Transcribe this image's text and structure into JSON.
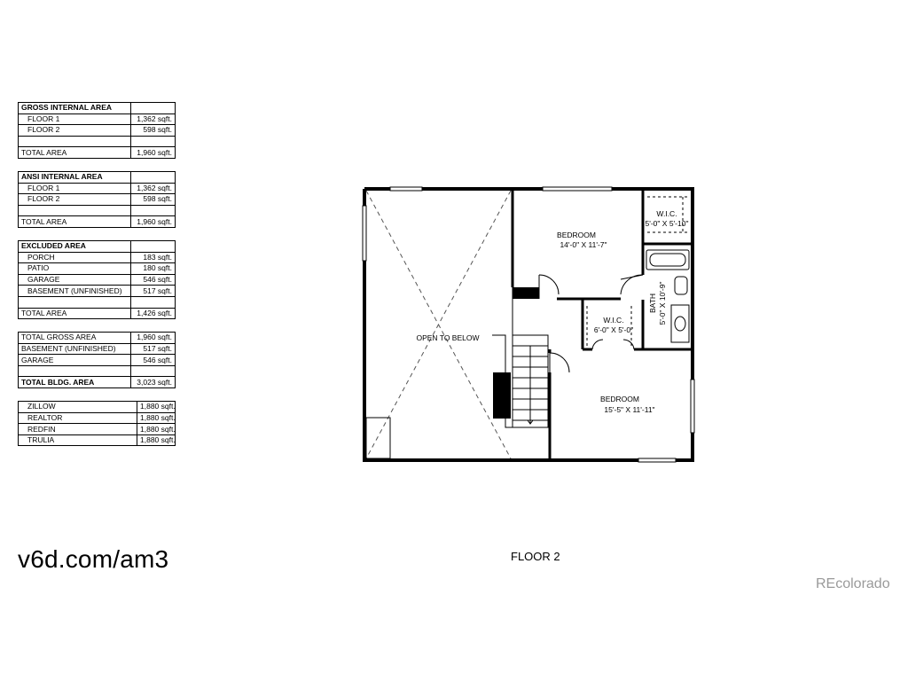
{
  "area_tables": [
    {
      "rows": [
        {
          "label": "GROSS INTERNAL AREA",
          "value": "",
          "bold": true,
          "indent": false
        },
        {
          "label": "FLOOR 1",
          "value": "1,362 sqft.",
          "bold": false,
          "indent": true
        },
        {
          "label": "FLOOR 2",
          "value": "598 sqft.",
          "bold": false,
          "indent": true
        },
        {
          "label": "",
          "value": "",
          "bold": false,
          "indent": false
        },
        {
          "label": "TOTAL AREA",
          "value": "1,960 sqft.",
          "bold": false,
          "indent": false
        }
      ]
    },
    {
      "rows": [
        {
          "label": "ANSI INTERNAL AREA",
          "value": "",
          "bold": true,
          "indent": false
        },
        {
          "label": "FLOOR 1",
          "value": "1,362 sqft.",
          "bold": false,
          "indent": true
        },
        {
          "label": "FLOOR 2",
          "value": "598 sqft.",
          "bold": false,
          "indent": true
        },
        {
          "label": "",
          "value": "",
          "bold": false,
          "indent": false
        },
        {
          "label": "TOTAL AREA",
          "value": "1,960 sqft.",
          "bold": false,
          "indent": false
        }
      ]
    },
    {
      "rows": [
        {
          "label": "EXCLUDED AREA",
          "value": "",
          "bold": true,
          "indent": false
        },
        {
          "label": "PORCH",
          "value": "183 sqft.",
          "bold": false,
          "indent": true
        },
        {
          "label": "PATIO",
          "value": "180 sqft.",
          "bold": false,
          "indent": true
        },
        {
          "label": "GARAGE",
          "value": "546 sqft.",
          "bold": false,
          "indent": true
        },
        {
          "label": "BASEMENT (UNFINISHED)",
          "value": "517 sqft.",
          "bold": false,
          "indent": true
        },
        {
          "label": "",
          "value": "",
          "bold": false,
          "indent": false
        },
        {
          "label": "TOTAL AREA",
          "value": "1,426 sqft.",
          "bold": false,
          "indent": false
        }
      ]
    },
    {
      "rows": [
        {
          "label": "TOTAL GROSS AREA",
          "value": "1,960 sqft.",
          "bold": false,
          "indent": false
        },
        {
          "label": "BASEMENT (UNFINISHED)",
          "value": "517 sqft.",
          "bold": false,
          "indent": false
        },
        {
          "label": "GARAGE",
          "value": "546 sqft.",
          "bold": false,
          "indent": false
        },
        {
          "label": "",
          "value": "",
          "bold": false,
          "indent": false
        },
        {
          "label": "TOTAL BLDG. AREA",
          "value": "3,023 sqft.",
          "bold": true,
          "indent": false
        }
      ]
    },
    {
      "rows": [
        {
          "label": "ZILLOW",
          "value": "1,880 sqft.",
          "bold": false,
          "indent": true
        },
        {
          "label": "REALTOR",
          "value": "1,880 sqft.",
          "bold": false,
          "indent": true
        },
        {
          "label": "REDFIN",
          "value": "1,880 sqft.",
          "bold": false,
          "indent": true
        },
        {
          "label": "TRULIA",
          "value": "1,880 sqft.",
          "bold": false,
          "indent": true
        }
      ]
    }
  ],
  "plan": {
    "open_to_below": "OPEN TO BELOW",
    "bedroom_upper_name": "BEDROOM",
    "bedroom_upper_dims": "14'-0\" X 11'-7\"",
    "wic_upper_name": "W.I.C.",
    "wic_upper_dims": "5'-0\" X 5'-10\"",
    "bath_name": "BATH",
    "bath_dims": "5'-0\" X 10'-9\"",
    "wic_middle_name": "W.I.C.",
    "wic_middle_dims": "6'-0\" X 5'-0\"",
    "bedroom_lower_name": "BEDROOM",
    "bedroom_lower_dims": "15'-5\" X 11'-11\""
  },
  "floor_label": "FLOOR 2",
  "link_text": "v6d.com/am3",
  "watermark": "REcolorado"
}
